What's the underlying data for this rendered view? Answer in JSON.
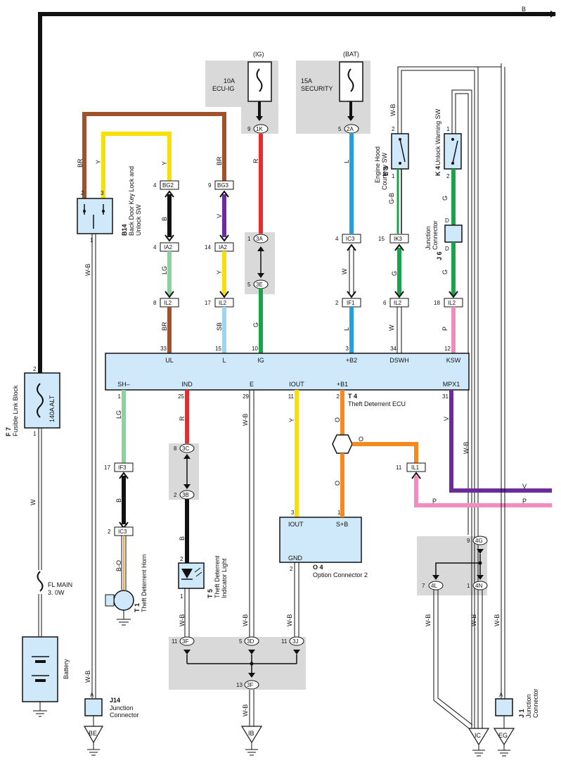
{
  "bus_top": "B",
  "fuses": {
    "ig": {
      "source": "(IG)",
      "rating": "10A",
      "name": "ECU-IG",
      "pin": "9",
      "conn": "1K"
    },
    "bat": {
      "source": "(BAT)",
      "rating": "15A",
      "name": "SECURITY",
      "pin": "5",
      "conn": "2A"
    }
  },
  "fusible_link": {
    "code": "F 7",
    "name": "Fusible Link Block",
    "rating": "140A ALT",
    "pin_top": "2",
    "pin_bot": "1"
  },
  "fl_main": {
    "name": "FL MAIN",
    "rating": "3. 0W"
  },
  "battery": "Battery",
  "b14": {
    "code": "B14",
    "name1": "Back Door Key Lock and",
    "name2": "Unlock SW",
    "pin2": "2",
    "pin3": "3",
    "pin1": "1"
  },
  "e3": {
    "code": "E 3",
    "name1": "Engine Hood",
    "name2": "Courtesy SW",
    "pin2": "2",
    "pin1": "1"
  },
  "k4": {
    "code": "K 4",
    "name": "Unlock Warning SW",
    "pin1": "1",
    "pin2": "2"
  },
  "j6": {
    "code": "J 6",
    "name1": "Junction",
    "name2": "Connector",
    "pinD1": "D",
    "pinD2": "D"
  },
  "wires": {
    "br": "BR",
    "y": "Y",
    "r": "R",
    "l": "L",
    "wb": "W-B",
    "b": "B",
    "v": "V",
    "lg": "LG",
    "g": "G",
    "gb": "G-B",
    "w": "W",
    "sb": "SB",
    "p": "P",
    "o": "O",
    "bo": "B-O"
  },
  "connectors": {
    "bg2": {
      "pin": "4",
      "name": "BG2"
    },
    "bg3": {
      "pin": "9",
      "name": "BG3"
    },
    "ia2a": {
      "pin": "4",
      "name": "IA2"
    },
    "ia2b": {
      "pin": "14",
      "name": "IA2"
    },
    "il2a": {
      "pin": "8",
      "name": "IL2"
    },
    "il2b": {
      "pin": "17",
      "name": "IL2"
    },
    "c3a": {
      "pin": "1",
      "name": "3A"
    },
    "c3e": {
      "pin": "5",
      "name": "3E"
    },
    "ic3": {
      "pin": "4",
      "name": "IC3"
    },
    "if1": {
      "pin": "2",
      "name": "IF1"
    },
    "ik3": {
      "pin": "15",
      "name": "IK3"
    },
    "il2c": {
      "pin": "6",
      "name": "IL2"
    },
    "il2d": {
      "pin": "18",
      "name": "IL2"
    },
    "if3": {
      "pin": "17",
      "name": "IF3"
    },
    "ic3b": {
      "pin": "2",
      "name": "IC3"
    },
    "c3c": {
      "pin": "8",
      "name": "3C"
    },
    "c3b": {
      "pin": "2",
      "name": "3B"
    },
    "il1": {
      "pin": "11",
      "name": "IL1"
    },
    "c4g": {
      "pin": "9",
      "name": "4G"
    },
    "c4l": {
      "pin": "7",
      "name": "4L"
    },
    "c4n": {
      "pin": "1",
      "name": "4N"
    },
    "c3f1": {
      "pin": "11",
      "name": "3F"
    },
    "c3d": {
      "pin": "5",
      "name": "3D"
    },
    "c3j": {
      "pin": "11",
      "name": "3J"
    },
    "c3f2": {
      "pin": "13",
      "name": "3F"
    }
  },
  "ecu": {
    "code": "T 4",
    "name": "Theft Deterrent ECU",
    "top_pins": [
      {
        "num": "33",
        "label": "UL"
      },
      {
        "num": "15",
        "label": "L"
      },
      {
        "num": "10",
        "label": "IG"
      },
      {
        "num": "3",
        "label": "+B2"
      },
      {
        "num": "34",
        "label": "DSWH"
      },
      {
        "num": "12",
        "label": "KSW"
      }
    ],
    "bottom_pins": [
      {
        "num": "1",
        "label": "SH–"
      },
      {
        "num": "25",
        "label": "IND"
      },
      {
        "num": "29",
        "label": "E"
      },
      {
        "num": "11",
        "label": "IOUT"
      },
      {
        "num": "2",
        "label": "+B1"
      },
      {
        "num": "31",
        "label": "MPX1"
      }
    ]
  },
  "o4": {
    "code": "O 4",
    "name": "Option Connector 2",
    "iout": "IOUT",
    "sb": "S+B",
    "gnd": "GND",
    "pin3": "3",
    "pin1": "1",
    "pin2": "2"
  },
  "t1": {
    "code": "T 1",
    "name": "Theft Deterrent Horn"
  },
  "t5": {
    "code": "T 5",
    "name1": "Theft Deterrent",
    "name2": "Indicator Light",
    "pin2": "2",
    "pin1": "1"
  },
  "j14": {
    "code": "J14",
    "name1": "Junction",
    "name2": "Connector",
    "pin": "A"
  },
  "j1": {
    "code": "J 1",
    "name1": "Junction",
    "name2": "Connector",
    "pin": "A"
  },
  "grounds": {
    "be": "BE",
    "ib": "IB",
    "ic": "IC",
    "eg": "EG"
  }
}
